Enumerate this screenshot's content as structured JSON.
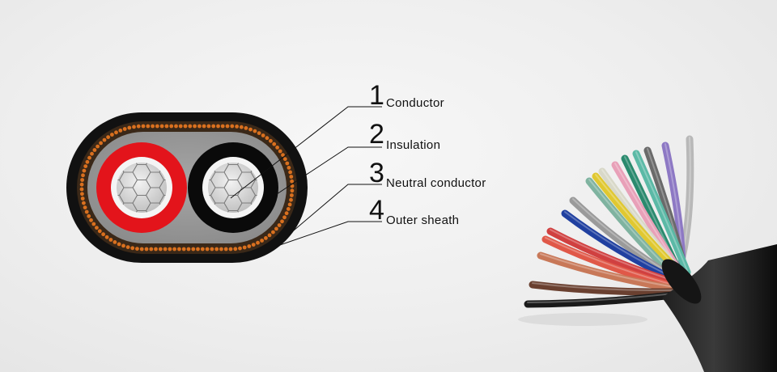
{
  "callouts": [
    {
      "number": "1",
      "label": "Conductor"
    },
    {
      "number": "2",
      "label": "Insulation"
    },
    {
      "number": "3",
      "label": "Neutral conductor"
    },
    {
      "number": "4",
      "label": "Outer sheath"
    }
  ],
  "colors": {
    "sheath": "#111111",
    "neutral_strands": "#d9701f",
    "filler": "#9a9a9a",
    "red_insulation": "#e3141b",
    "black_insulation": "#0a0a0a",
    "conductor": "#d8d8d8"
  },
  "cable_wire_colors": [
    "#b8b8b8",
    "#8d78c4",
    "#6a6a6a",
    "#5bb9a6",
    "#2a8a6e",
    "#e8a0b8",
    "#d8d8c8",
    "#e0c830",
    "#7fb3a0",
    "#9a9a9a",
    "#2040a0",
    "#d04040",
    "#e05848",
    "#c87858",
    "#6a4030",
    "#1a1a1a"
  ]
}
